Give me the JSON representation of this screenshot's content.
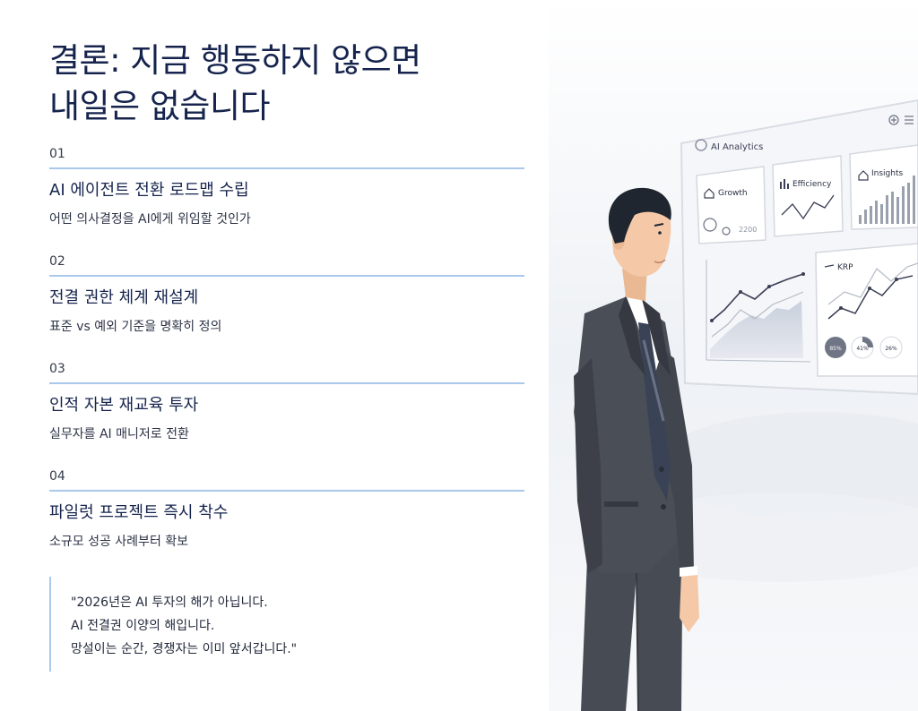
{
  "title": "결론: 지금 행동하지 않으면\n내일은 없습니다",
  "items": [
    {
      "number": "01",
      "heading": "AI 에이전트 전환 로드맵 수립",
      "description": "어떤 의사결정을 AI에게 위임할 것인가"
    },
    {
      "number": "02",
      "heading": "전결 권한 체계 재설계",
      "description": "표준 vs 예외 기준을 명확히 정의"
    },
    {
      "number": "03",
      "heading": "인적 자본 재교육 투자",
      "description": "실무자를 AI 매니저로 전환"
    },
    {
      "number": "04",
      "heading": "파일럿 프로젝트 즉시 착수",
      "description": "소규모 성공 사례부터 확보"
    }
  ],
  "quote": {
    "line1": "\"2026년은 AI 투자의 해가 아닙니다.",
    "line2": "AI 전결권 이양의 해입니다.",
    "line3": "망설이는 순간, 경쟁자는 이미 앞서갑니다.\""
  },
  "illustration": {
    "dashboard_title": "AI Analytics",
    "card_growth": "Growth",
    "card_efficiency": "Efficiency",
    "card_insights": "Insights",
    "growth_value": "2200",
    "krp_label": "KRP",
    "donuts": [
      {
        "label": "85%",
        "value": 85
      },
      {
        "label": "41%",
        "value": 41
      },
      {
        "label": "26%",
        "value": 26
      }
    ],
    "colors": {
      "suit": "#4a4e57",
      "suit_dark": "#363941",
      "tie": "#3a4356",
      "skin": "#f5c9a8",
      "hair": "#1f2630",
      "panel": "#f3f5f8",
      "line": "#3a3f55"
    }
  }
}
